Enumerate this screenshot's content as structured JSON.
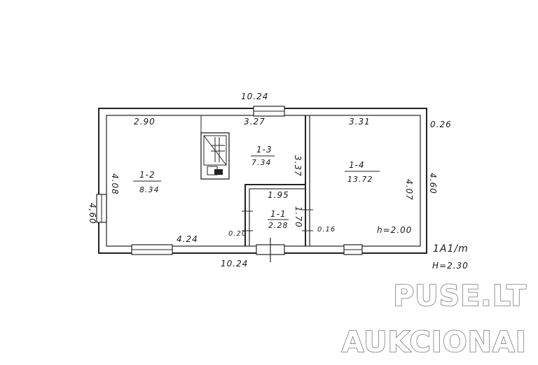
{
  "plan": {
    "dimensions": {
      "top_overall": "10.24",
      "bottom_overall": "10.24",
      "left_height": "4,60",
      "right_height": "4.60",
      "room2_top": "2.90",
      "room3_top": "3.27",
      "room4_top": "3.31",
      "room2_inner_height": "4.08",
      "room2_bottom": "4.24",
      "partition_height": "3.37",
      "room4_inner_height": "4.07",
      "room1_top": "1.95",
      "room1_height": "1.70",
      "wall_thickness_outer": "0.26",
      "wall_left_room1": "0.20",
      "wall_right_room1": "0.16"
    },
    "rooms": [
      {
        "id": "1-2",
        "area": "8.34"
      },
      {
        "id": "1-3",
        "area": "7.34"
      },
      {
        "id": "1-4",
        "area": "13.72"
      },
      {
        "id": "1-1",
        "area": "2.28"
      }
    ],
    "notes": {
      "room4_height": "h=2.00",
      "building_id": "1A1/m",
      "building_height": "H=2.30"
    }
  },
  "watermark": {
    "line1": "PUSE.LT",
    "line2": "AUKCIONAI"
  }
}
